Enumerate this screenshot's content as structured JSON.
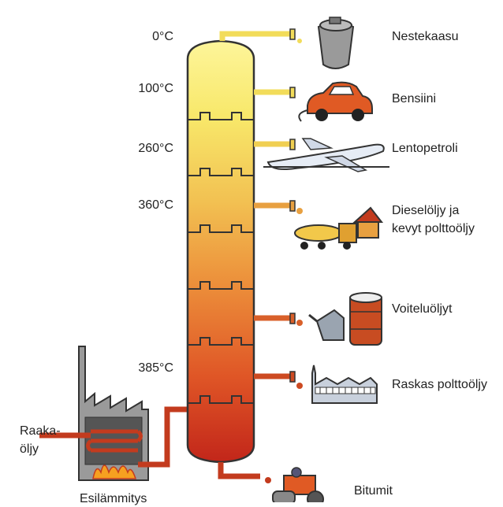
{
  "temperatures": {
    "t0": "0°C",
    "t100": "100°C",
    "t260": "260°C",
    "t360": "360°C",
    "t385": "385°C"
  },
  "products": {
    "p1": "Nestekaasu",
    "p2": "Bensiini",
    "p3": "Lentopetroli",
    "p4_line1": "Dieselöljy ja",
    "p4_line2": "kevyt polttoöljy",
    "p5": "Voiteluöljyt",
    "p6": "Raskas polttoöljy",
    "p7": "Bitumit"
  },
  "inputs": {
    "crude_line1": "Raaka-",
    "crude_line2": "öljy",
    "preheat": "Esilämmitys"
  },
  "colors": {
    "tower_top": "#fbf07a",
    "tower_bottom": "#c8281a",
    "pipe_yellow": "#f2dc5a",
    "pipe_orange": "#e0803a",
    "pipe_red": "#c33b1e",
    "outline": "#333333"
  },
  "icons": [
    "gas-cylinder-icon",
    "car-icon",
    "airplane-icon",
    "tanker-truck-house-icon",
    "oil-barrel-oilcan-icon",
    "factory-icon",
    "road-roller-icon",
    "flame-icon"
  ]
}
